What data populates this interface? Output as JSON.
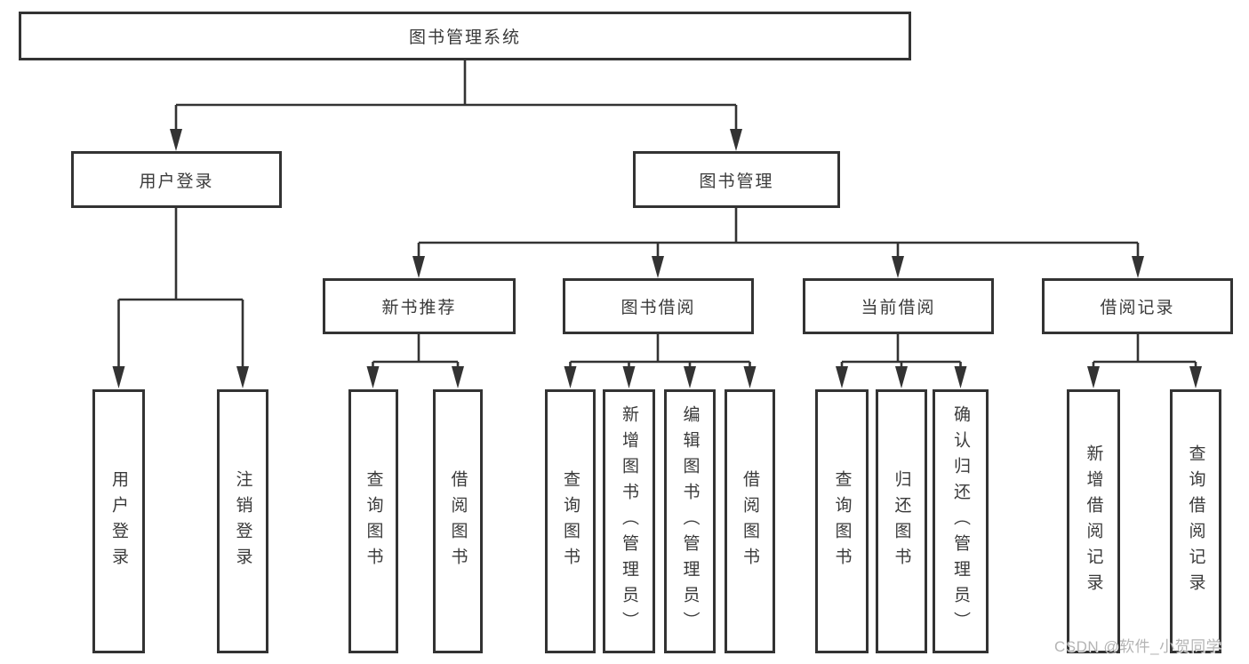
{
  "diagram": {
    "root": {
      "label": "图书管理系统"
    },
    "level2": {
      "user_login": {
        "label": "用户登录"
      },
      "book_mgmt": {
        "label": "图书管理"
      }
    },
    "level3": {
      "new_book_rec": {
        "label": "新书推荐"
      },
      "book_borrow": {
        "label": "图书借阅"
      },
      "current_borrow": {
        "label": "当前借阅"
      },
      "borrow_records": {
        "label": "借阅记录"
      }
    },
    "leaves": {
      "user_login_children": [
        "用户登录",
        "注销登录"
      ],
      "new_book_rec_children": [
        "查询图书",
        "借阅图书"
      ],
      "book_borrow_children": [
        "查询图书",
        "新增图书（管理员）",
        "编辑图书（管理员）",
        "借阅图书"
      ],
      "current_borrow_children": [
        "查询图书",
        "归还图书",
        "确认归还（管理员）"
      ],
      "borrow_records_children": [
        "新增借阅记录",
        "查询借阅记录"
      ]
    }
  },
  "watermark": {
    "text": "CSDN @软件_小贺同学"
  },
  "colors": {
    "line": "#333333",
    "box_border": "#333333",
    "text": "#3a3a3a",
    "background": "#ffffff",
    "watermark": "#acacac"
  }
}
